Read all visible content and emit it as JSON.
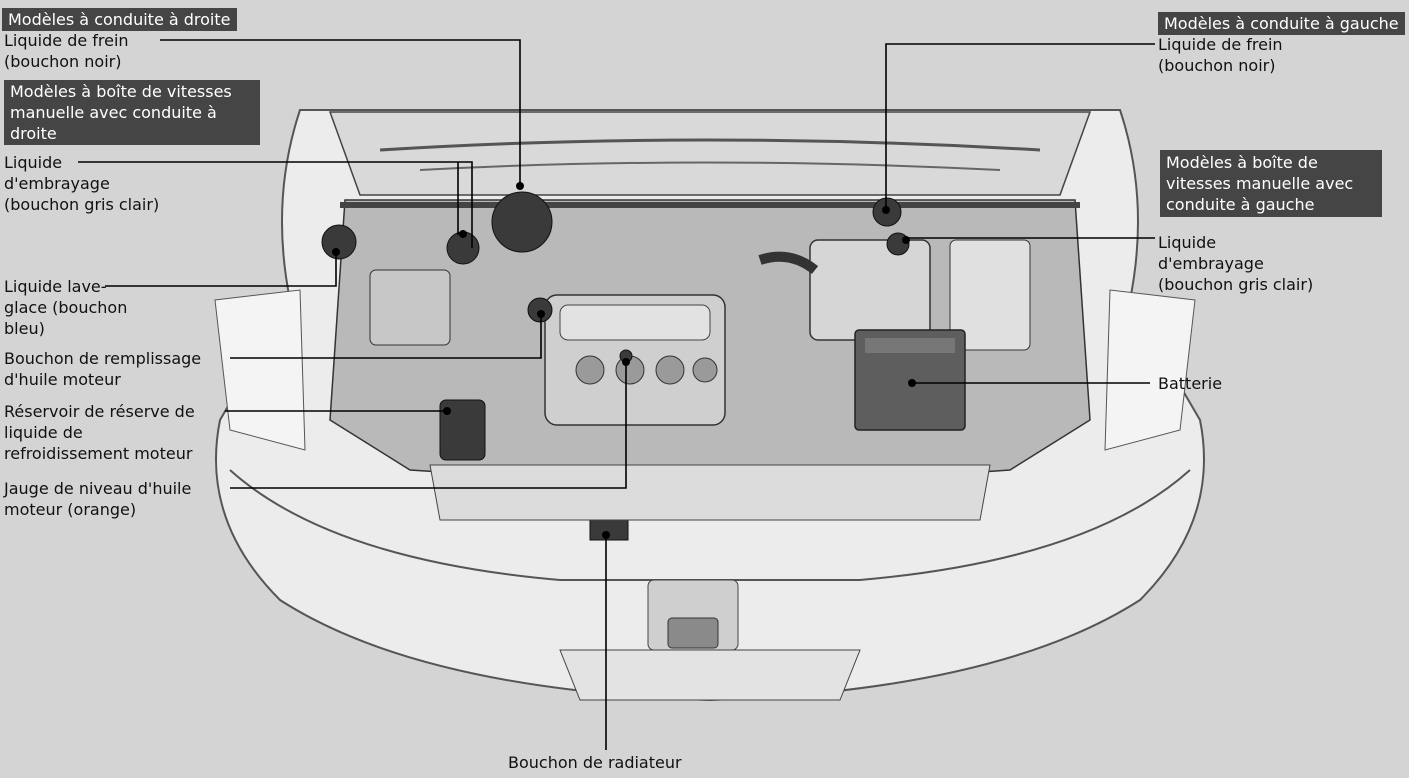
{
  "badges": {
    "rhd_models": "Modèles à conduite à droite",
    "rhd_manual": "Modèles à boîte de vitesses\nmanuelle avec conduite à\ndroite",
    "lhd_models": "Modèles à conduite à gauche",
    "lhd_manual": "Modèles à boîte de\nvitesses manuelle avec\nconduite à gauche"
  },
  "labels": {
    "brake_fluid_rhd": "Liquide de frein\n(bouchon noir)",
    "clutch_fluid_rhd": "Liquide\nd'embrayage\n(bouchon gris clair)",
    "washer_fluid": "Liquide lave-\nglace (bouchon\nbleu)",
    "oil_filler_cap": "Bouchon de remplissage\nd'huile moteur",
    "coolant_reserve": "Réservoir de réserve de\nliquide de\nrefroidissement moteur",
    "oil_dipstick": "Jauge de niveau d'huile\nmoteur (orange)",
    "brake_fluid_lhd": "Liquide de frein\n(bouchon noir)",
    "clutch_fluid_lhd": "Liquide\nd'embrayage\n(bouchon gris clair)",
    "battery": "Batterie",
    "radiator_cap": "Bouchon de radiateur"
  },
  "colors": {
    "background": "#d4d4d4",
    "badge": "#454545",
    "badge_text": "#ffffff",
    "label_text": "#111111",
    "leader": "#000000"
  }
}
